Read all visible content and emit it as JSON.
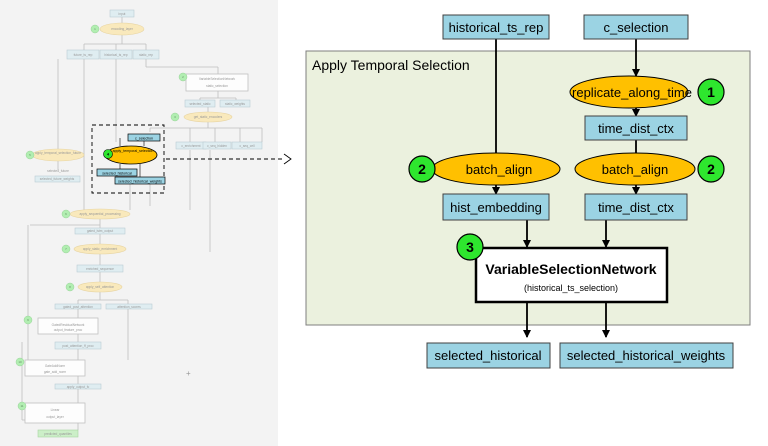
{
  "overview": {
    "nodes": [
      "input",
      "encoding_layer",
      "future_ts_rep",
      "historical_ts_rep",
      "static_rep",
      "VariableSelectionNetwork",
      "static_selection",
      "selected_static",
      "static_weights",
      "get_static_encoders",
      "c_selection",
      "apply_temporal_selection",
      "selected_historical",
      "selected_historical_weights",
      "apply_temporal_selection_future",
      "c_enrichment",
      "c_seq_hidden",
      "c_seq_cell",
      "selected_future",
      "selected_future_weights",
      "apply_sequential_processing",
      "gated_lstm_output",
      "apply_static_enrichment",
      "enriched_sequence",
      "apply_self_attention",
      "gated_post_attention",
      "attention_scores",
      "GatedResidualNetwork",
      "output_feature_proc",
      "post_attention_ff_proc",
      "GateAddNorm",
      "gate_add_norm",
      "apply_output_fc",
      "Linear",
      "output_layer",
      "predicted_quantiles"
    ],
    "badges": [
      "1",
      "2",
      "3",
      "4",
      "5",
      "6",
      "7",
      "8",
      "9",
      "10",
      "11"
    ]
  },
  "detail": {
    "frame_title": "Apply Temporal Selection",
    "inputs": {
      "historical_ts_rep": "historical_ts_rep",
      "c_selection": "c_selection"
    },
    "replicate": "replicate_along_time",
    "time_dist_ctx_1": "time_dist_ctx",
    "batch_align": "batch_align",
    "hist_embedding": "hist_embedding",
    "time_dist_ctx_2": "time_dist_ctx",
    "vsn_title": "VariableSelectionNetwork",
    "vsn_sub": "(historical_ts_selection)",
    "outputs": {
      "selected_historical": "selected_historical",
      "selected_historical_weights": "selected_historical_weights"
    },
    "badges": {
      "replicate": "1",
      "batch_left": "2",
      "batch_right": "2",
      "vsn": "3"
    }
  },
  "colors": {
    "teal_box": "#9bd3e3",
    "orange_ellipse": "#ffc000",
    "green_badge": "#2ee62e",
    "frame_fill": "#ebf1de",
    "left_bg": "#f3f3f3"
  }
}
